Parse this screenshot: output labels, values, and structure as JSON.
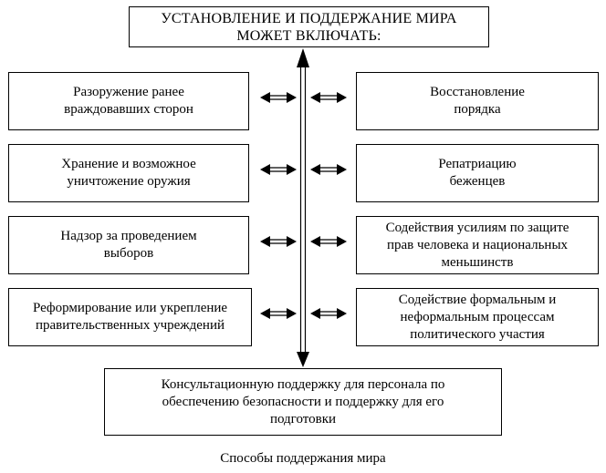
{
  "title": "УСТАНОВЛЕНИЕ И ПОДДЕРЖАНИЕ МИРА\nМОЖЕТ ВКЛЮЧАТЬ:",
  "left_items": [
    "Разоружение ранее\nвраждовавших сторон",
    "Хранение и возможное\nуничтожение оружия",
    "Надзор за проведением\nвыборов",
    "Реформирование или укрепление\nправительственных учреждений"
  ],
  "right_items": [
    "Восстановление\nпорядка",
    "Репатриацию\nбеженцев",
    "Содействия усилиям по защите\nправ человека и национальных\nменьшинств",
    "Содействие формальным и\nнеформальным процессам\nполитического участия"
  ],
  "bottom_item": "Консультационную поддержку для персонала по\nобеспечению безопасности и поддержку для его\nподготовки",
  "caption": "Способы поддержания мира"
}
